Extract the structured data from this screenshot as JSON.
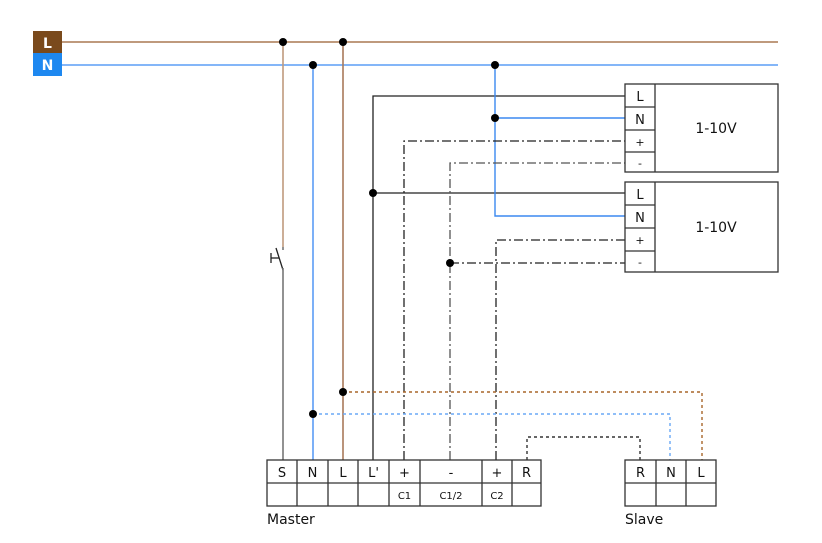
{
  "bus": {
    "l_label": "L",
    "n_label": "N",
    "l_color": "#7a4a1c",
    "n_color": "#1e88f0",
    "l_wire": "#bf9a7d",
    "n_wire": "#5b9df5"
  },
  "drivers": [
    {
      "label": "1-10V",
      "terminals": [
        "L",
        "N",
        "+",
        "-"
      ]
    },
    {
      "label": "1-10V",
      "terminals": [
        "L",
        "N",
        "+",
        "-"
      ]
    }
  ],
  "master": {
    "label": "Master",
    "terminals": [
      "S",
      "N",
      "L",
      "L'",
      "+",
      "-",
      "+",
      "R"
    ],
    "sublabels": [
      "",
      "",
      "",
      "",
      "C1",
      "C1/2",
      "C2",
      ""
    ]
  },
  "slave": {
    "label": "Slave",
    "terminals": [
      "R",
      "N",
      "L"
    ]
  }
}
